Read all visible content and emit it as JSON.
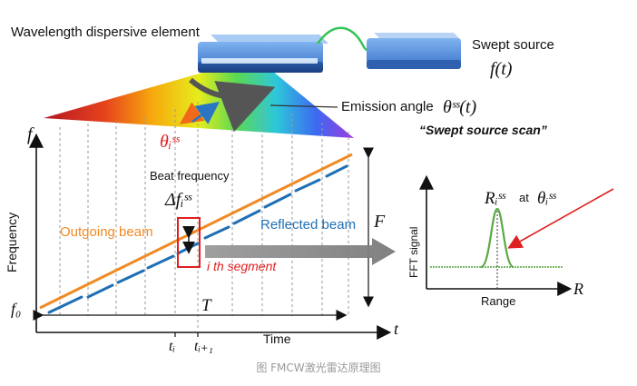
{
  "labels": {
    "dispersive": "Wavelength dispersive element",
    "swept_source": "Swept source",
    "swept_func": "f(t)",
    "emission": "Emission angle",
    "emission_sym": "θˢˢ(t)",
    "swept_scan": "“Swept source scan”",
    "theta_i": "θᵢˢˢ",
    "f_axis": "f",
    "frequency": "Frequency",
    "beat": "Beat frequency",
    "delta_f": "Δfᵢˢˢ",
    "outgoing": "Outgoing beam",
    "reflected": "Reflected beam",
    "segment": "i th segment",
    "F": "F",
    "f0": "f₀",
    "T": "T",
    "t_axis": "t",
    "ti": "tᵢ",
    "ti1": "tᵢ₊₁",
    "time": "Time",
    "fft_signal": "FFT signal",
    "range": "Range",
    "R_axis": "R",
    "R_i": "Rᵢˢˢ",
    "at": "at",
    "theta_i2": "θᵢˢˢ"
  },
  "caption": "图   FMCW激光雷达原理图",
  "colors": {
    "outgoing": "#f08a24",
    "reflected": "#1f6fb4",
    "segment_box": "#e02020",
    "fft_curve": "#5aaa45",
    "arrow_gray": "#8a8a8a",
    "source_blue": "#3a73c9"
  }
}
